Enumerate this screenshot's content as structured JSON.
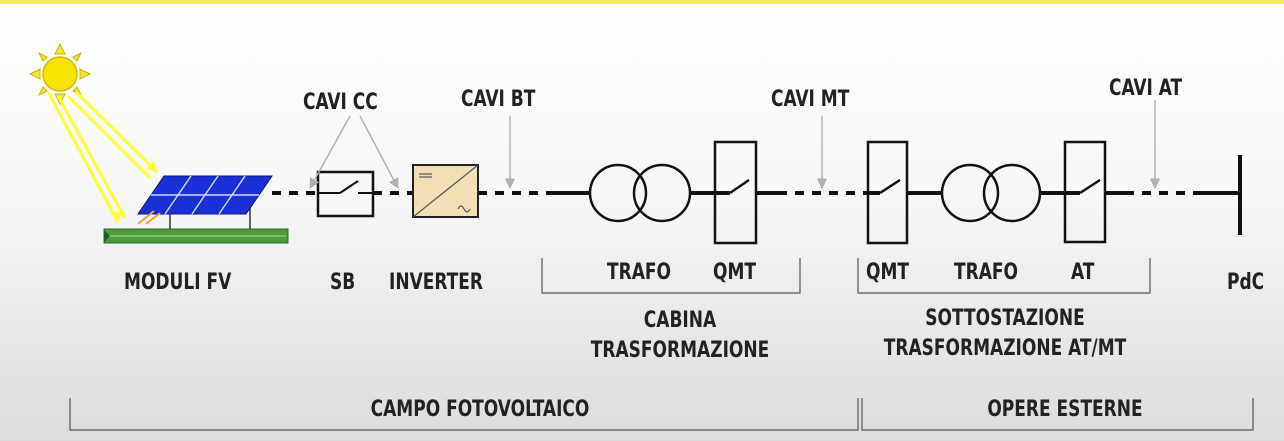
{
  "labels": {
    "cavi_cc": "CAVI CC",
    "cavi_bt": "CAVI BT",
    "cavi_mt": "CAVI MT",
    "cavi_at": "CAVI AT",
    "moduli_fv": "MODULI FV",
    "sb": "SB",
    "inverter": "INVERTER",
    "trafo_1": "TRAFO",
    "qmt_1": "QMT",
    "qmt_2": "QMT",
    "trafo_2": "TRAFO",
    "at": "AT",
    "pdc": "PdC",
    "cabina_line1": "CABINA",
    "cabina_line2": "TRASFORMAZIONE",
    "sottostazione_line1": "SOTTOSTAZIONE",
    "sottostazione_line2": "TRASFORMAZIONE AT/MT",
    "campo_fotovoltaico": "CAMPO FOTOVOLTAICO",
    "opere_esterne": "OPERE ESTERNE"
  },
  "colors": {
    "sun": "#f5e61e",
    "sun_rays": "#ffff3a",
    "panel": "#1a2fd6",
    "ground": "#4f9a3e",
    "inverter_fill": "#f3dfb6",
    "line": "#111111",
    "arrow": "#b8b8b8"
  },
  "icons": [
    "sun-icon",
    "solar-panel-icon",
    "switch-icon",
    "inverter-icon",
    "transformer-icon",
    "busbar-icon"
  ]
}
